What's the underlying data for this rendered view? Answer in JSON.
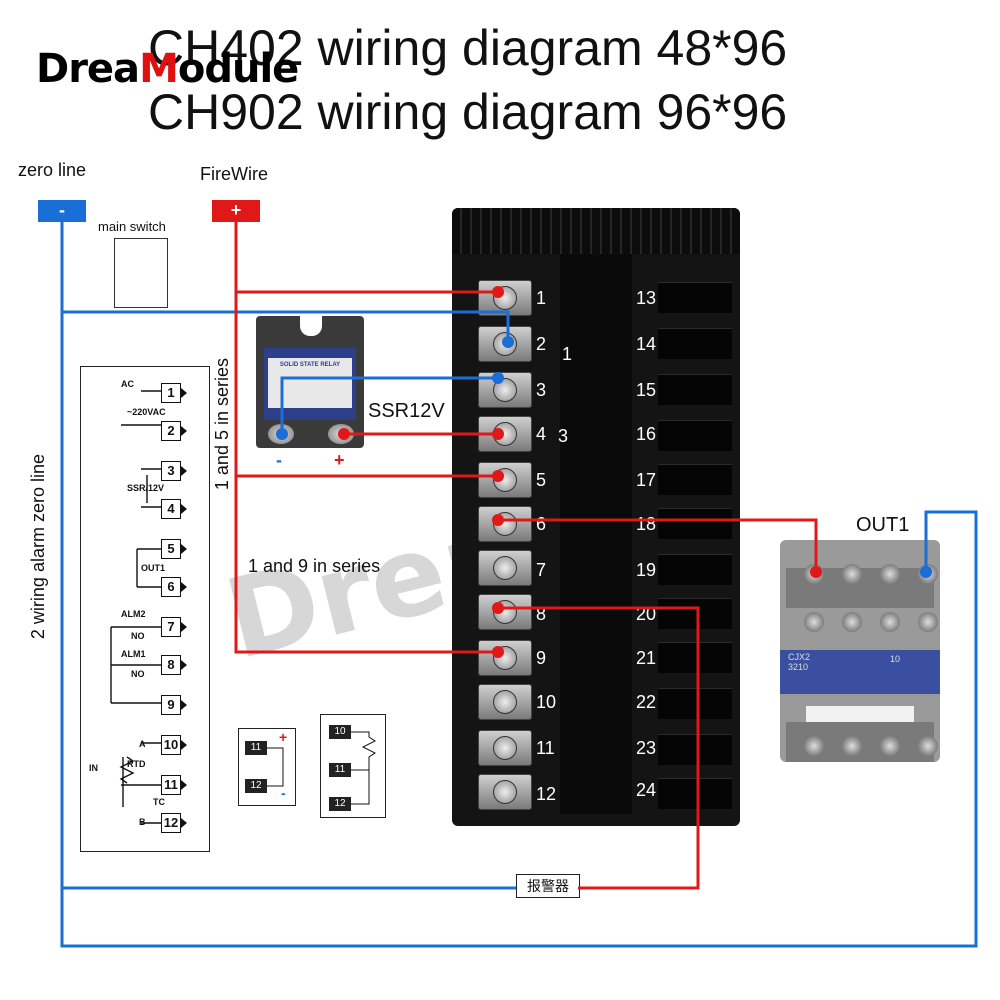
{
  "header": {
    "title_line1": "CH402 wiring diagram 48*96",
    "title_line2": "CH902 wiring diagram 96*96",
    "brand_part1": "Drea",
    "brand_part2": "M",
    "brand_part3": "odule"
  },
  "power": {
    "zero_line_label": "zero line",
    "firewire_label": "FireWire",
    "minus_symbol": "-",
    "plus_symbol": "+",
    "main_switch_label": "main switch"
  },
  "ssr": {
    "label": "SSR12V",
    "minus": "-",
    "plus": "+",
    "face_text": "SOLID STATE RELAY"
  },
  "annotations": {
    "series_1_5": "1 and 5 in series",
    "series_1_9": "1 and 9 in series",
    "alarm_zero_line": "2 wiring alarm zero line",
    "out1": "OUT1",
    "alarm_device": "报警器",
    "pin2_note": "1",
    "pin4_note": "3"
  },
  "terminals": {
    "left": [
      "1",
      "2",
      "3",
      "4",
      "5",
      "6",
      "7",
      "8",
      "9",
      "10",
      "11",
      "12"
    ],
    "right": [
      "13",
      "14",
      "15",
      "16",
      "17",
      "18",
      "19",
      "20",
      "21",
      "22",
      "23",
      "24"
    ]
  },
  "contactor": {
    "model": "CJX2",
    "code": "3210",
    "rating": "10"
  },
  "panel": {
    "ac": "AC",
    "vac": "~220VAC",
    "ssr": "SSR/12V",
    "out1": "OUT1",
    "alm2": "ALM2",
    "alm1": "ALM1",
    "no": "NO",
    "rtd": "RTD",
    "tc": "TC",
    "a": "A",
    "b": "B",
    "in": "IN",
    "pins": [
      "1",
      "2",
      "3",
      "4",
      "5",
      "6",
      "7",
      "8",
      "9",
      "10",
      "11",
      "12"
    ]
  },
  "mini_diagrams": {
    "left_pins": [
      "11",
      "12"
    ],
    "left_plus": "+",
    "left_minus": "-",
    "right_pins": [
      "10",
      "11",
      "12"
    ]
  },
  "colors": {
    "blue_wire": "#1a6fd6",
    "red_wire": "#e01818",
    "device_body": "#141414"
  }
}
